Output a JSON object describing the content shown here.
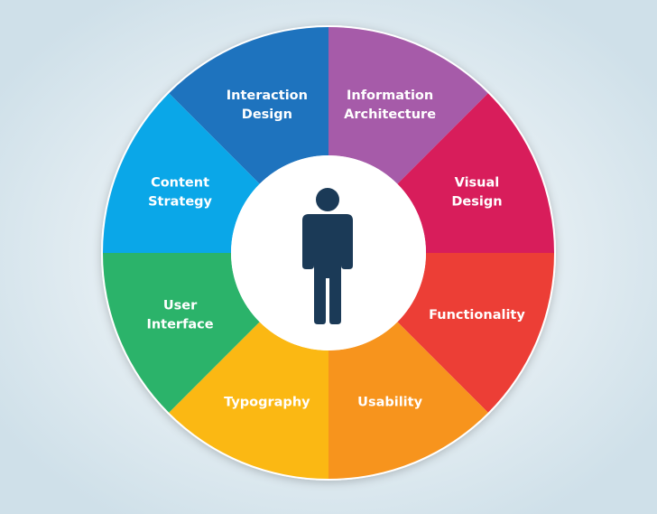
{
  "diagram": {
    "segments": [
      {
        "lines": [
          "Interaction",
          "Design"
        ],
        "color": "#1e73be"
      },
      {
        "lines": [
          "Information",
          "Architecture"
        ],
        "color": "#a65ba9"
      },
      {
        "lines": [
          "Visual",
          "Design"
        ],
        "color": "#d81d5b"
      },
      {
        "lines": [
          "Functionality"
        ],
        "color": "#ec3e36"
      },
      {
        "lines": [
          "Usability"
        ],
        "color": "#f7941d"
      },
      {
        "lines": [
          "Typography"
        ],
        "color": "#fbb813"
      },
      {
        "lines": [
          "User",
          "Interface"
        ],
        "color": "#2bb36a"
      },
      {
        "lines": [
          "Content",
          "Strategy"
        ],
        "color": "#0aa7e8"
      }
    ],
    "hub": {
      "fill": "#ffffff",
      "icon": "person-icon",
      "icon_color": "#1b3a57"
    },
    "colors": {
      "background_center": "#ffffff",
      "background_edge": "#cfe0e9"
    }
  }
}
